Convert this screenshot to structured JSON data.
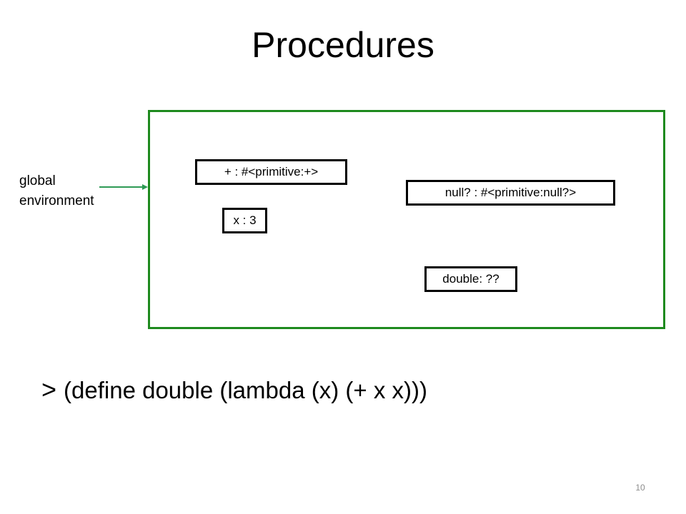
{
  "slide": {
    "title": "Procedures",
    "page_number": "10"
  },
  "diagram": {
    "env_label": "global environment",
    "env_label_line1": "global",
    "env_label_line2": "environment",
    "frame_color": "#1e8a1e",
    "bindings": {
      "plus": "+ : #<primitive:+>",
      "x": "x : 3",
      "null": "null? : #<primitive:null?>",
      "double": "double: ??"
    }
  },
  "command": {
    "prompt": ">",
    "code": "(define double (lambda (x) (+ x x)))"
  }
}
